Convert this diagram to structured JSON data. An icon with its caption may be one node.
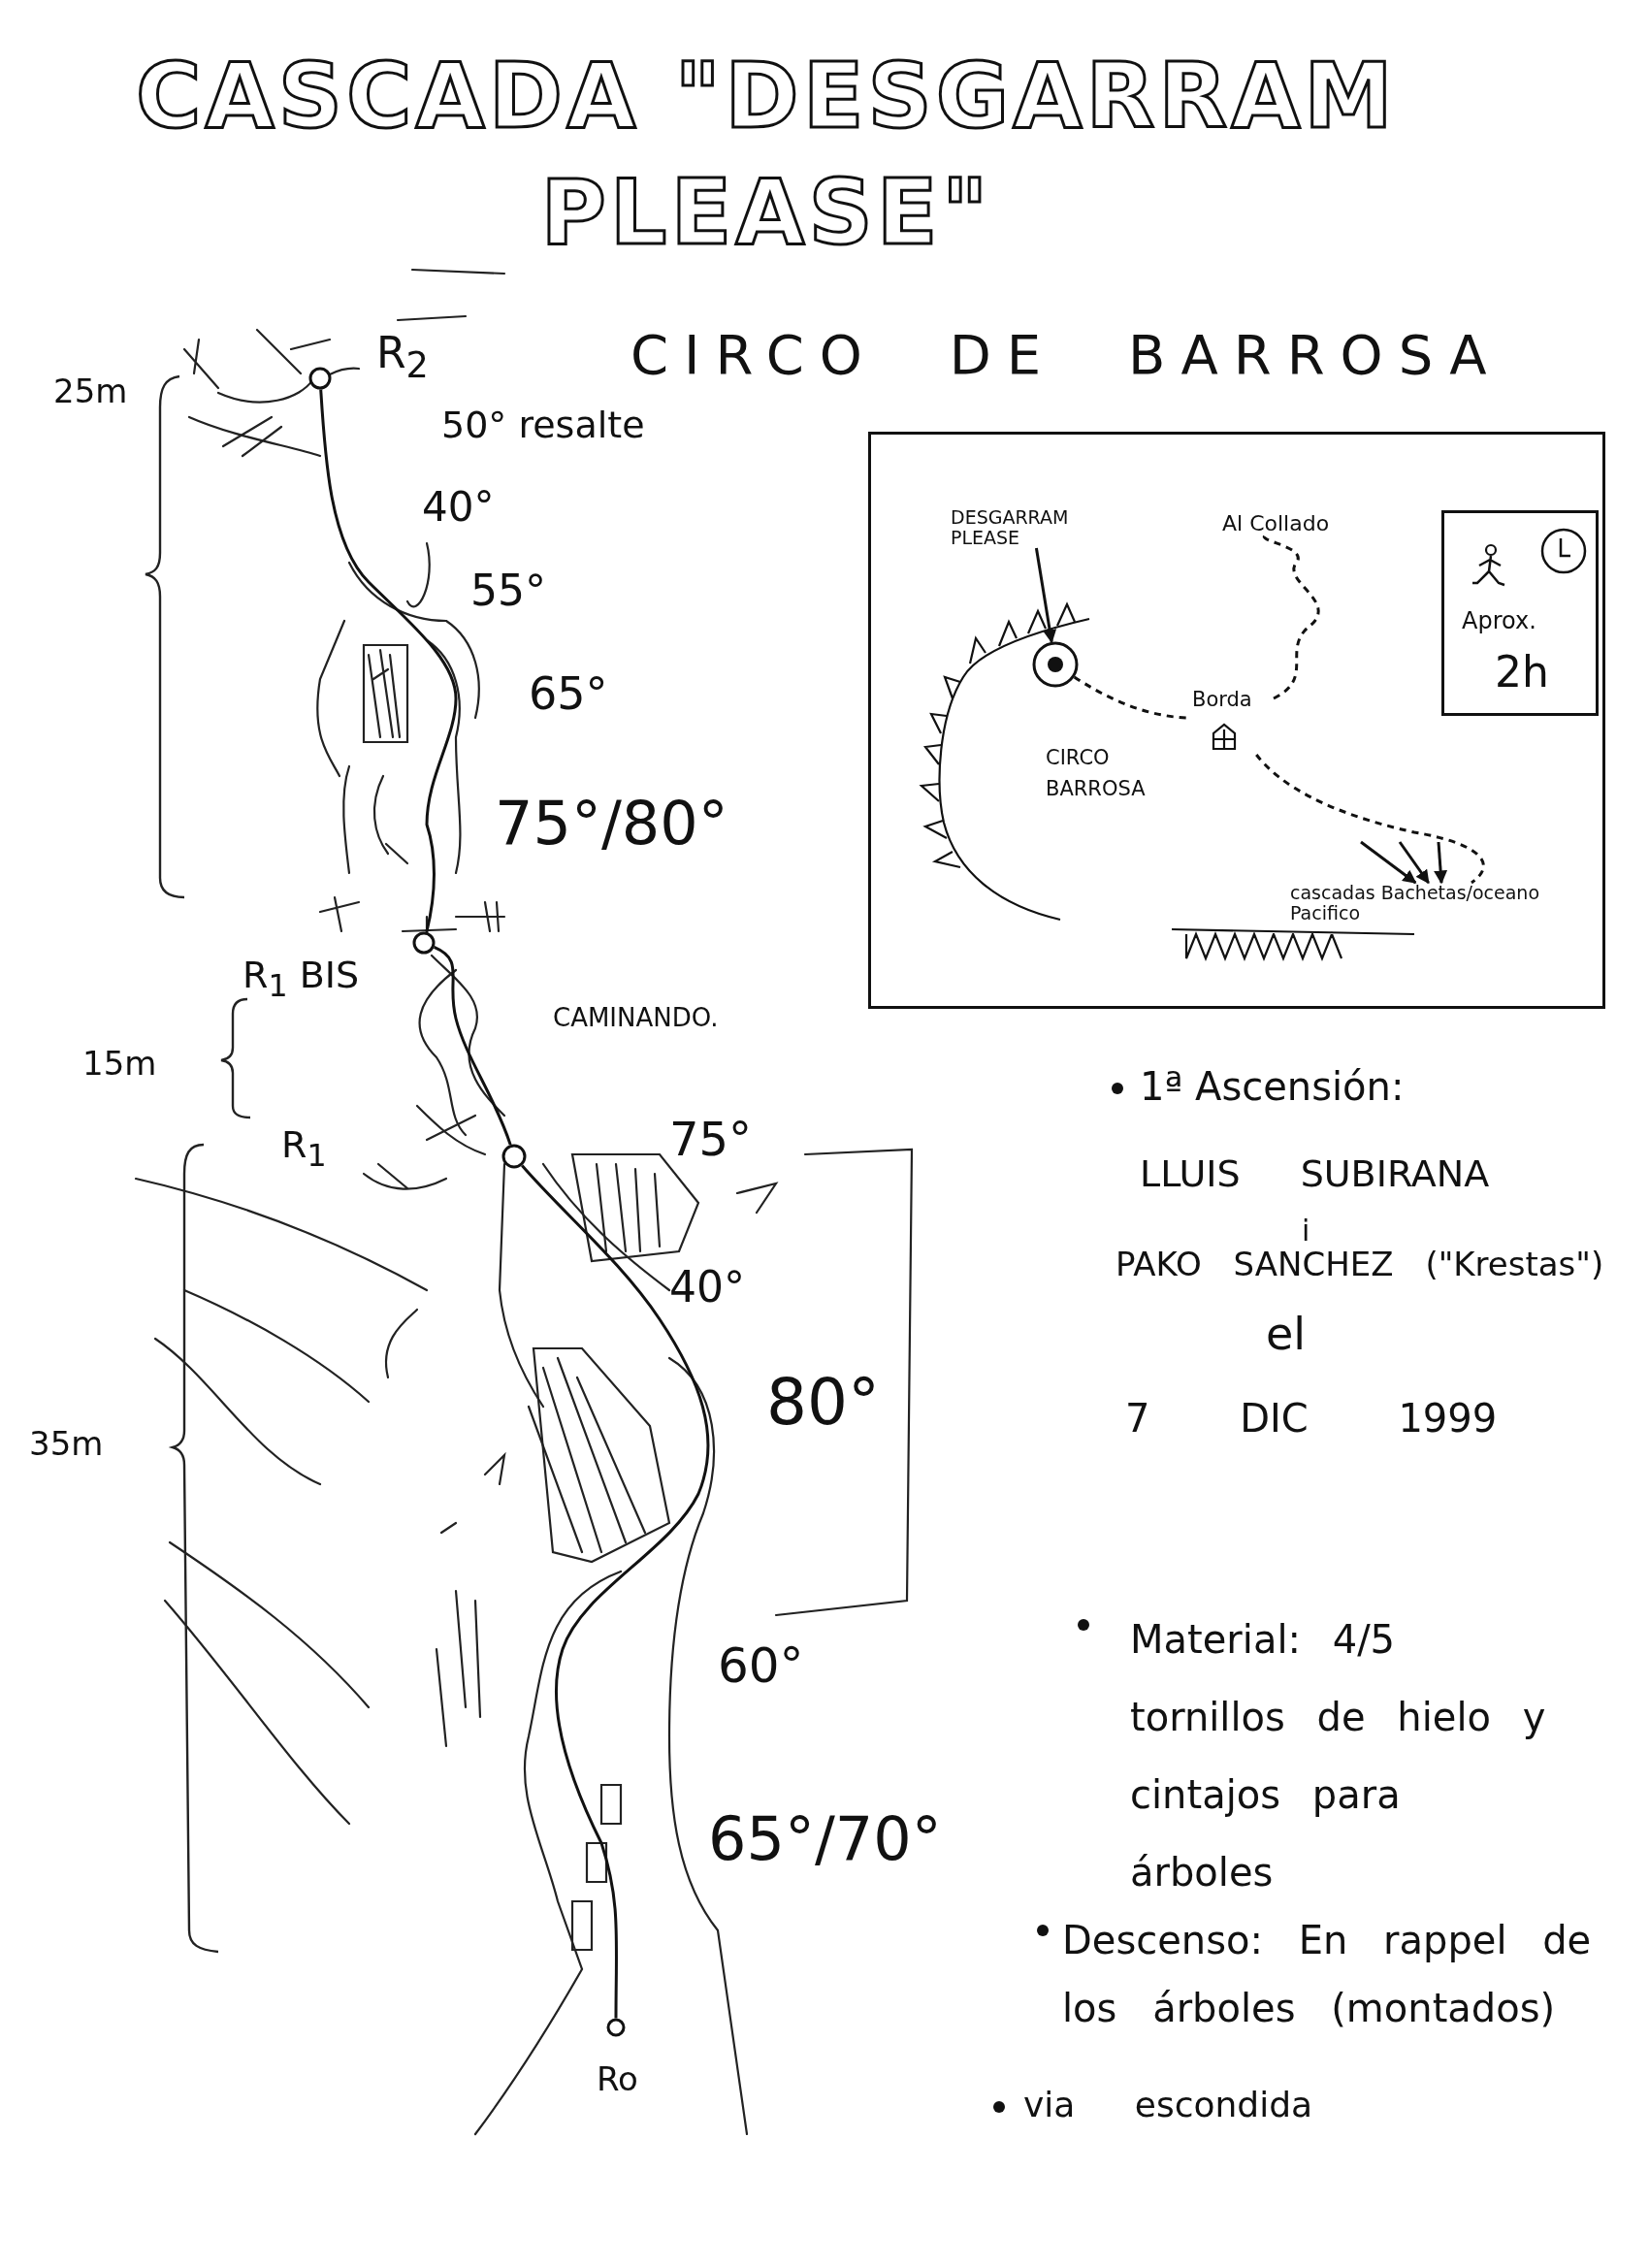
{
  "diagram": {
    "title": "CASCADA \"DESGARRAM PLEASE\"",
    "nodes": [
      {
        "text": [
          "R$_{2}$"
        ]
      },
      {
        "text": [
          "R$_{1}$ BIS"
        ]
      },
      {
        "text": [
          "R$_{1}$"
        ]
      },
      {
        "text": [
          "Ro"
        ]
      },
      {
        "text": [],
        "shape": "box"
      },
      {
        "text": [
          "DESGARRAM PLEASE"
        ],
        "in": 4
      },
      {
        "text": [],
        "shape": "circle",
        "in": 4
      },
      {
        "text": [
          "Borda"
        ],
        "in": 4
      },
      {
        "text": [
          "Al Collado"
        ],
        "in": 4
      },
      {
        "text": [
          "cascadas Bachetas/oceano Pacifico"
        ],
        "in": 4
      },
      {
        "text": [
          "Aprox.",
          "2h"
        ],
        "in": 4
      }
    ],
    "edges": [
      {
        "from": 3,
        "to": 2,
        "arrow": "none"
      },
      {
        "from": 2,
        "to": 1,
        "arrow": "none"
      },
      {
        "from": 1,
        "to": 0,
        "arrow": "none"
      },
      {
        "from": 5,
        "to": 6,
        "arrow": "to"
      },
      {
        "from": 6,
        "to": 7,
        "arrow": "none",
        "style": "dashed"
      },
      {
        "from": 7,
        "to": 9,
        "arrow": "none",
        "style": "dashed"
      },
      {
        "from": 7,
        "to": 8,
        "arrow": "none",
        "style": "dashed"
      },
      {
        "from": null,
        "to": 9,
        "arrow": "to"
      },
      {
        "from": null,
        "to": 9,
        "arrow": "to"
      },
      {
        "from": null,
        "to": 9,
        "arrow": "to"
      }
    ],
    "labels": [
      "CIRCO DE BARROSA",
      "25m",
      "50° resalte",
      "40°",
      "55°",
      "65°",
      "75°/80°",
      "15m",
      "CAMINANDO.",
      "75°",
      "40°",
      "35m",
      "80°",
      "60°",
      "65°/70°",
      "CIRCO BARROSA",
      "1ª Ascensión:",
      "LLUIS SUBIRANA",
      "i",
      "PAKO SANCHEZ (\"Krestas\")",
      "el",
      "7 DIC 1999",
      "Material: 4/5 tornillos de hielo y cintajos para árboles",
      "Descenso: En rappel de los árboles (montados)",
      "via escondida"
    ]
  }
}
